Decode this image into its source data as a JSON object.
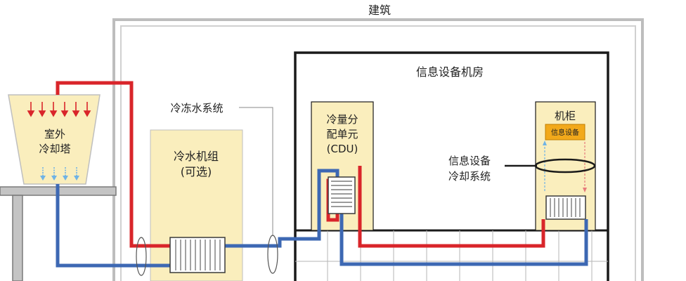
{
  "labels": {
    "building": "建筑",
    "it_room": "信息设备机房",
    "chilled_water_system": "冷冻水系统",
    "cooling_tower_line1": "室外",
    "cooling_tower_line2": "冷却塔",
    "chiller_line1": "冷水机组",
    "chiller_line2": "(可选)",
    "cdu_line1": "冷量分",
    "cdu_line2": "配单元",
    "cdu_line3": "(CDU)",
    "it_cooling_line1": "信息设备",
    "it_cooling_line2": "冷却系统",
    "cabinet": "机柜",
    "it_equipment": "信息设备"
  },
  "colors": {
    "hot_pipe": "#d9252a",
    "cold_pipe": "#3d68b3",
    "unit_fill": "#faeebd",
    "building_wall": "#c8c8c8",
    "room_wall": "#1a1a1a",
    "equipment_fill": "#f2a91b"
  }
}
